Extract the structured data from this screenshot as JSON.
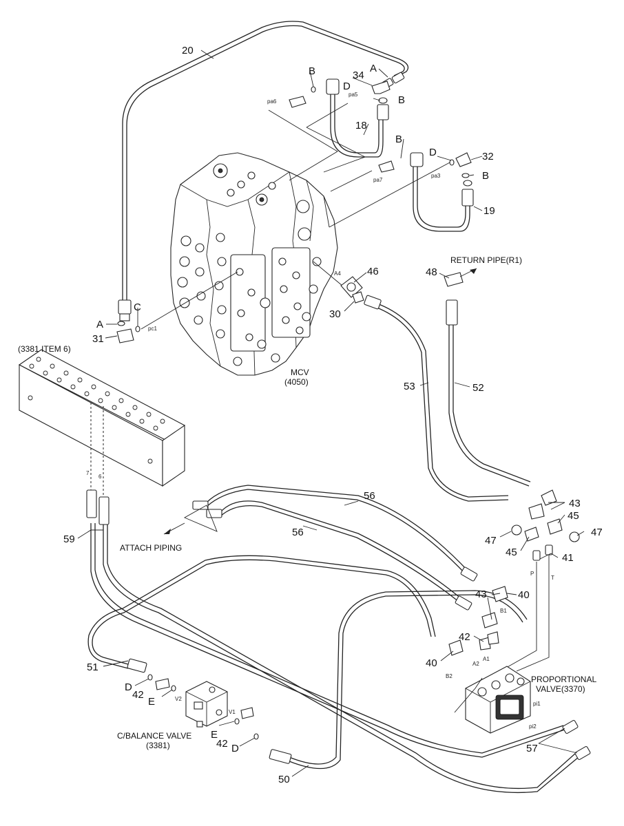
{
  "title": "",
  "callouts": {
    "c20": "20",
    "c34": "34",
    "c18": "18",
    "c32": "32",
    "c19": "19",
    "c46": "46",
    "c30": "30",
    "c31": "31",
    "c48": "48",
    "c53": "53",
    "c52": "52",
    "c56a": "56",
    "c56b": "56",
    "c43a": "43",
    "c43b": "43",
    "c45a": "45",
    "c45b": "45",
    "c47a": "47",
    "c47b": "47",
    "c41": "41",
    "c40a": "40",
    "c40b": "40",
    "c42a": "42",
    "c42b": "42",
    "c42c": "42",
    "c59": "59",
    "c51": "51",
    "c57": "57",
    "c50": "50"
  },
  "letters": {
    "A1": "A",
    "B1": "B",
    "D1": "D",
    "B2": "B",
    "B3": "B",
    "D2": "D",
    "B4": "B",
    "A2": "A",
    "C1": "C",
    "D3": "D",
    "E1": "E",
    "E2": "E",
    "D4": "D"
  },
  "small": {
    "pa6": "pa6",
    "pa5": "pa5",
    "pa7": "pa7",
    "pa3": "pa3",
    "pc1": "pc1",
    "a4": "A4",
    "p": "P",
    "t": "T",
    "b1": "B1",
    "a1": "A1",
    "a2": "A2",
    "b2": "B2",
    "pi1": "pi1",
    "pi2": "pi2",
    "v1": "V1",
    "v2": "V2",
    "n7": "7",
    "n6": "6"
  },
  "names": {
    "mcv_1": "MCV",
    "mcv_2": "(4050)",
    "return_pipe": "RETURN PIPE(R1)",
    "bracket_ref": "(3381 ITEM 6)",
    "attach_piping": "ATTACH PIPING",
    "prop_valve_1": "PROPORTIONAL",
    "prop_valve_2": "VALVE(3370)",
    "cbal_1": "C/BALANCE VALVE",
    "cbal_2": "(3381)"
  }
}
